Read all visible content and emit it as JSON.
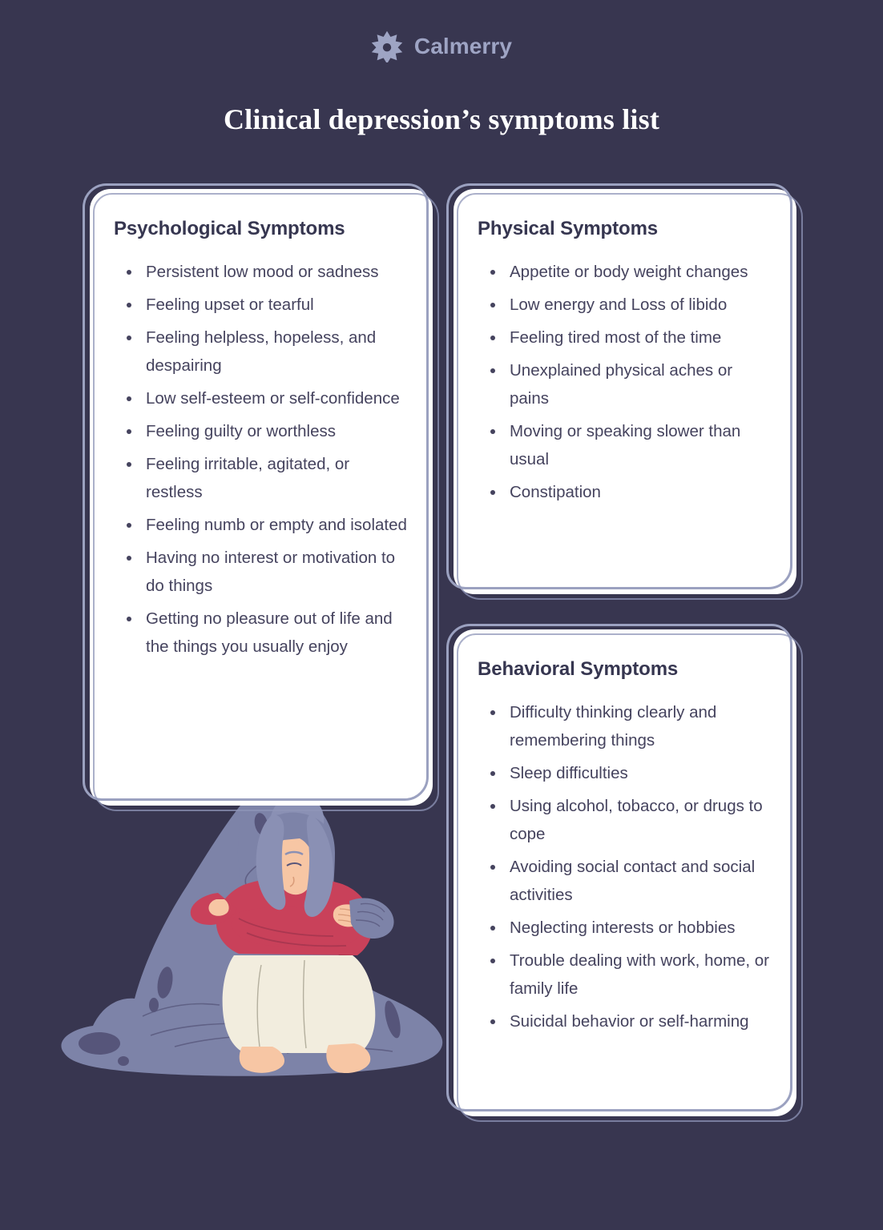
{
  "brand": {
    "name": "Calmerry",
    "mark_icon": "eight-point-flower-icon",
    "color": "#9ea4c4"
  },
  "page": {
    "title": "Clinical depression’s symptoms list",
    "background_color": "#383650",
    "title_color": "#ffffff"
  },
  "illustration": {
    "alt_name": "person-embraced-by-shadow-figure",
    "colors": {
      "shadow_figure": "#7d83a8",
      "shadow_detail": "#56557a",
      "sweater": "#c9415a",
      "sweater_shadow": "#a93750",
      "pants": "#f2edde",
      "skin": "#f7c6a4",
      "hair": "#8a90b4",
      "outline": "#56557a"
    }
  },
  "cards": [
    {
      "id": "psychological",
      "heading": "Psychological Symptoms",
      "items": [
        "Persistent low mood or sadness",
        "Feeling upset or tearful",
        "Feeling helpless, hopeless, and despairing",
        "Low self-esteem or self-confidence",
        "Feeling guilty or worthless",
        "Feeling irritable, agitated, or restless",
        "Feeling numb or empty and isolated",
        "Having no interest or motivation to do things",
        "Getting no pleasure out of life and the things you usually enjoy"
      ]
    },
    {
      "id": "physical",
      "heading": "Physical Symptoms",
      "items": [
        "Appetite or body weight changes",
        "Low energy and Loss of libido",
        "Feeling tired most of the time",
        "Unexplained physical aches or pains",
        "Moving or speaking slower than usual",
        "Constipation"
      ]
    },
    {
      "id": "behavioral",
      "heading": "Behavioral Symptoms",
      "items": [
        "Difficulty thinking clearly and remembering things",
        "Sleep difficulties",
        "Using alcohol, tobacco, or drugs to cope",
        "Avoiding social contact and social activities",
        "Neglecting interests or hobbies",
        "Trouble dealing with work, home, or family life",
        "Suicidal behavior or self-harming"
      ]
    }
  ]
}
